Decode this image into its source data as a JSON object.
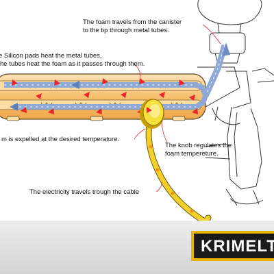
{
  "annotations": {
    "foam_travel": {
      "line1": "The foam travels from the canister",
      "line2": "to the tip through metal tubes."
    },
    "silicon_pads": {
      "line1": "e Silicon pads heat the metal tubes,",
      "line2": "he tubes heat the foam as it passes through them."
    },
    "expelled": "m is expelled at the desired temperature.",
    "knob": {
      "line1": "The knob regulates the",
      "line2": "foam tempereture."
    },
    "electricity": "The electricity travels trough the cable"
  },
  "brand": {
    "logo_text": "KRIMELT"
  },
  "colors": {
    "tube_fill": "#f6c070",
    "metal_tube": "#8fa9d6",
    "heat_arrow": "#e8262a",
    "cable": "#f2cf2a",
    "knob": "#f7df3c",
    "logo_border": "#e8b400",
    "logo_background": "#1b1b1b"
  }
}
